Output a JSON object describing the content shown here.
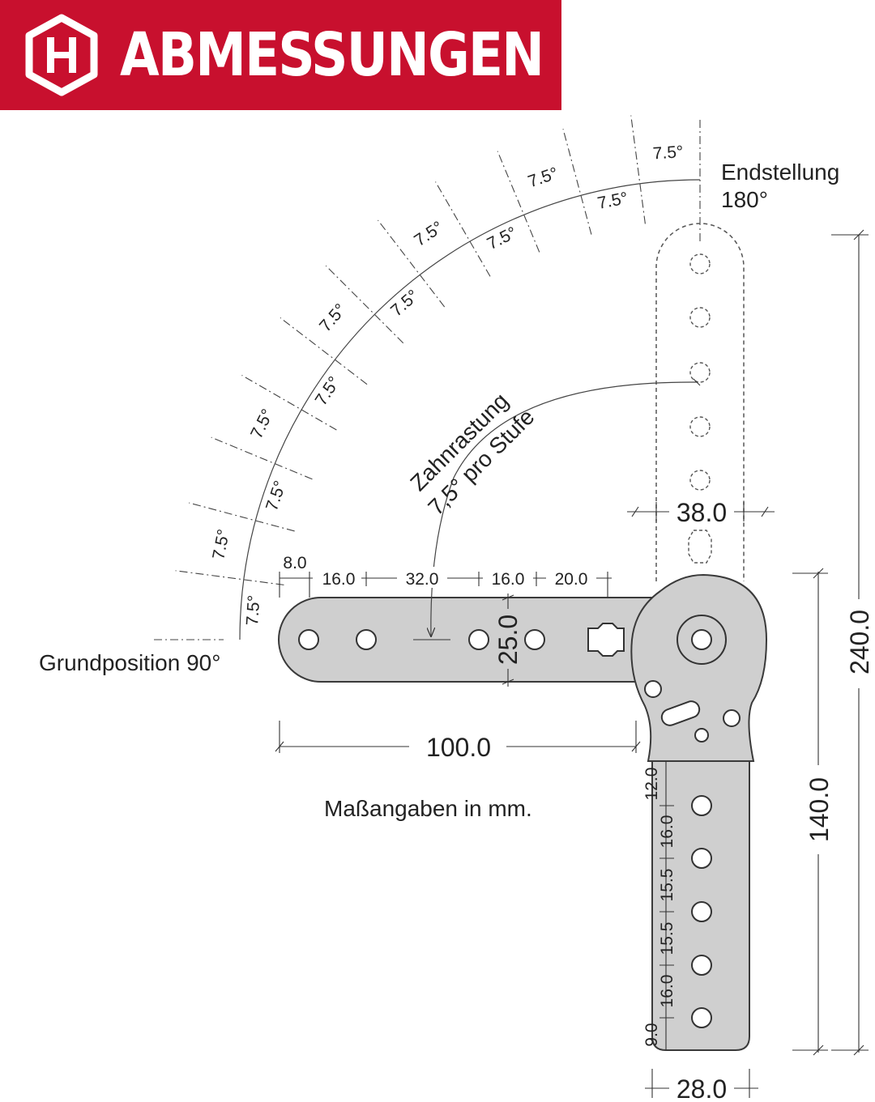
{
  "banner": {
    "title": "ABMESSUNGEN",
    "logo_icon": "hexagon-h-logo-icon",
    "color": "#c8102e"
  },
  "labels": {
    "end_position_line1": "Endstellung",
    "end_position_line2": "180°",
    "base_position": "Grundposition 90°",
    "detent_line1": "Zahnrastung",
    "detent_line2": "7,5° pro Stufe",
    "units_note": "Maßangaben in mm."
  },
  "arc_steps": [
    "7.5°",
    "7.5°",
    "7.5°",
    "7.5°",
    "7.5°",
    "7.5°",
    "7.5°",
    "7.5°",
    "7.5°",
    "7.5°",
    "7.5°",
    "7.5°"
  ],
  "dimensions": {
    "horizontal_top": [
      "8.0",
      "16.0",
      "32.0",
      "16.0",
      "20.0"
    ],
    "arm_height": "25.0",
    "horizontal_total": "100.0",
    "width_top": "38.0",
    "total_height": "240.0",
    "lower_height": "140.0",
    "lower_vertical": [
      "12.0",
      "16.0",
      "15.5",
      "15.5",
      "16.0",
      "9.0"
    ],
    "width_bottom": "28.0"
  }
}
